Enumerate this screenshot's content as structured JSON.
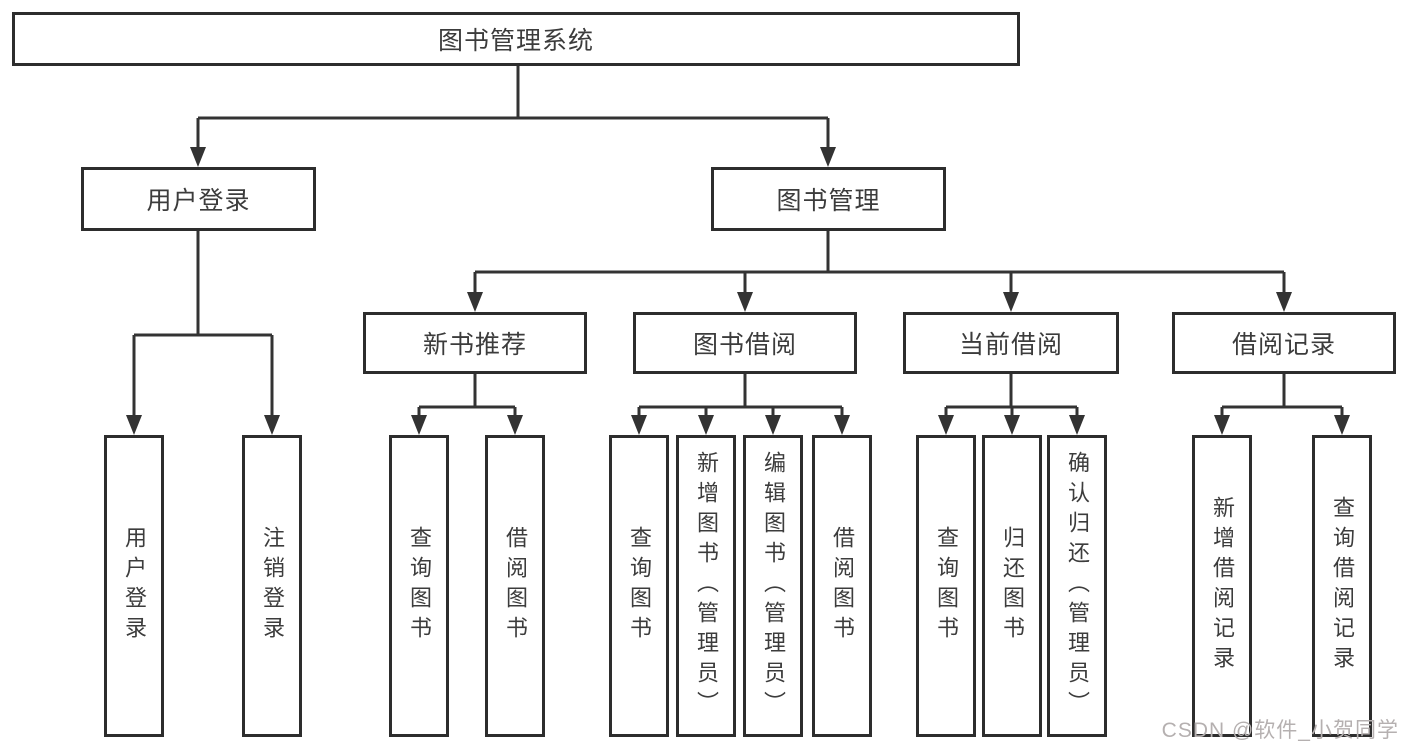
{
  "tree": {
    "root": {
      "label": "图书管理系统"
    },
    "branches": [
      {
        "label": "用户登录",
        "leaves": [
          {
            "label": "用户登录"
          },
          {
            "label": "注销登录"
          }
        ]
      },
      {
        "label": "图书管理",
        "groups": [
          {
            "label": "新书推荐",
            "leaves": [
              {
                "label": "查询图书"
              },
              {
                "label": "借阅图书"
              }
            ]
          },
          {
            "label": "图书借阅",
            "leaves": [
              {
                "label": "查询图书"
              },
              {
                "label": "新增图书（管理员）"
              },
              {
                "label": "编辑图书（管理员）"
              },
              {
                "label": "借阅图书"
              }
            ]
          },
          {
            "label": "当前借阅",
            "leaves": [
              {
                "label": "查询图书"
              },
              {
                "label": "归还图书"
              },
              {
                "label": "确认归还（管理员）"
              }
            ]
          },
          {
            "label": "借阅记录",
            "leaves": [
              {
                "label": "新增借阅记录"
              },
              {
                "label": "查询借阅记录"
              }
            ]
          }
        ]
      }
    ]
  },
  "watermark": "CSDN @软件_小贺同学",
  "colors": {
    "line": "#333333",
    "border": "#2d2d2d",
    "fill": "#ffffff",
    "text": "#3c3c3c",
    "watermark": "#b5b0b0",
    "background": "#ffffff"
  }
}
